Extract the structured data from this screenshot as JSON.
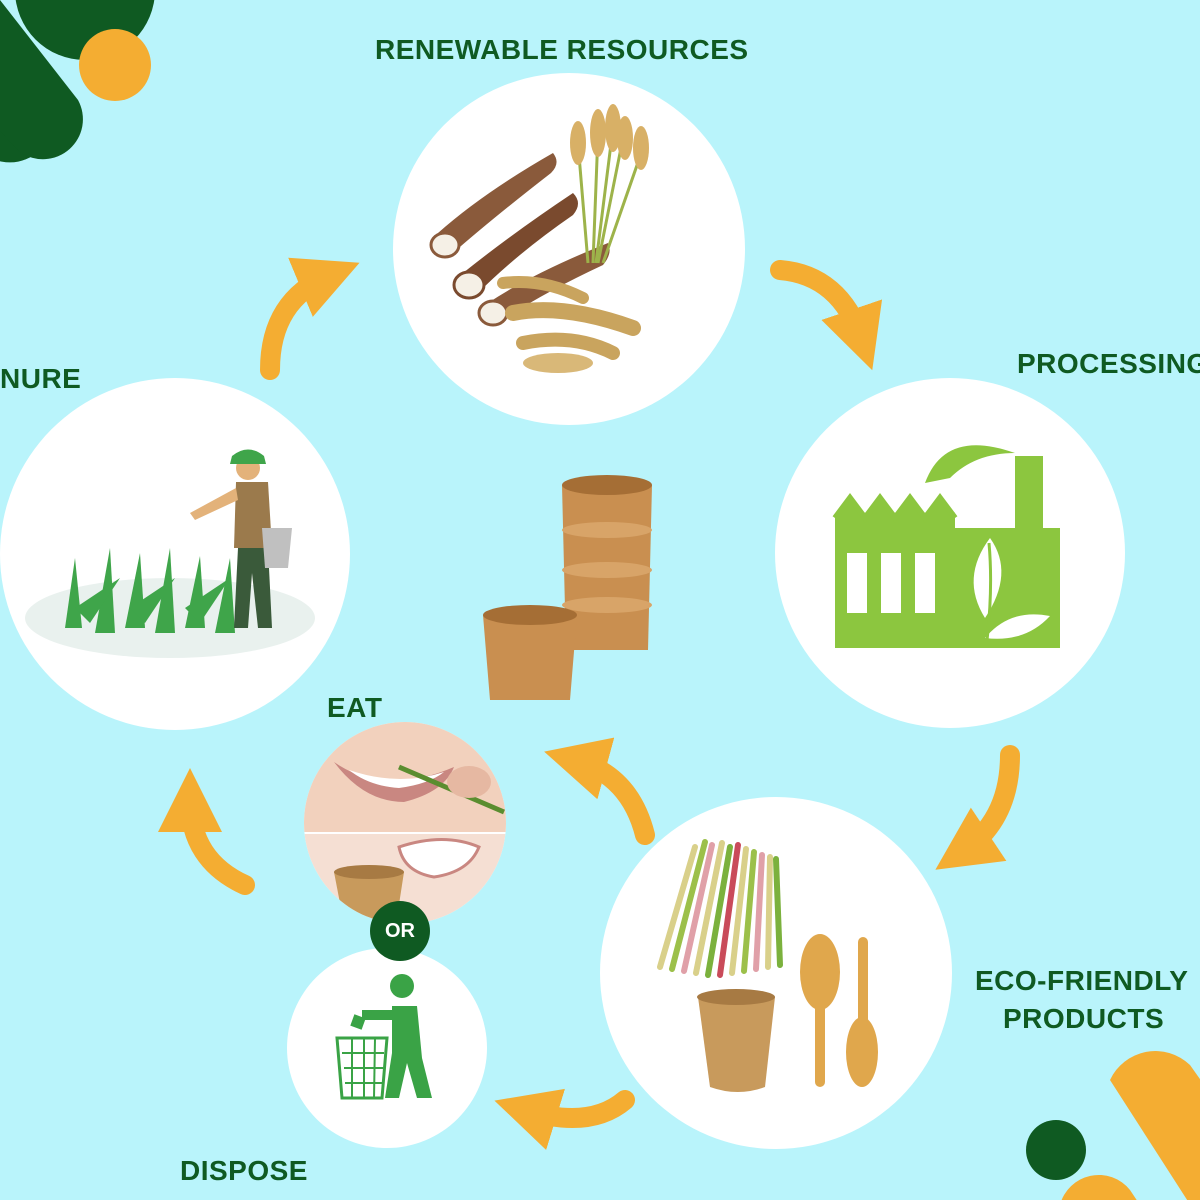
{
  "colors": {
    "background": "#b9f4fb",
    "label": "#0f5a22",
    "arrow": "#f4ad32",
    "accent_green": "#8cc63f",
    "dark_green": "#0f5a22",
    "orange": "#f4ad32"
  },
  "stages": {
    "renewable": {
      "label": "RENEWABLE RESOURCES",
      "icon": "cassava-grain-millet-icon"
    },
    "processing": {
      "label": "PROCESSING",
      "icon": "eco-factory-icon"
    },
    "eco_products": {
      "label_line1": "ECO-FRIENDLY",
      "label_line2": "PRODUCTS",
      "icon": "straws-cup-spoons-icon"
    },
    "dispose": {
      "label": "DISPOSE",
      "icon": "recycle-bin-person-icon"
    },
    "eat": {
      "label": "EAT",
      "icon": "eating-straw-cup-icon"
    },
    "manure": {
      "label": "NURE",
      "icon": "farmer-fertilizing-icon"
    }
  },
  "or_badge": "OR",
  "center_icon": "edible-cups-stack-icon"
}
